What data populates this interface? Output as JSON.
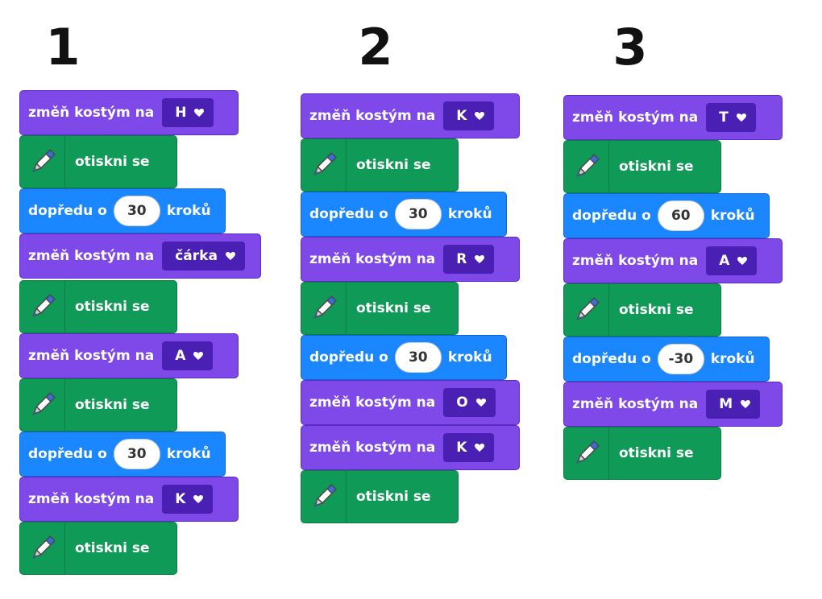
{
  "columns": [
    {
      "number": "1",
      "blocks": [
        {
          "type": "looks",
          "label": "změň kostým na",
          "value": "H"
        },
        {
          "type": "pen",
          "label": "otiskni se"
        },
        {
          "type": "motion",
          "label": "dopředu o",
          "value": "30",
          "suffix": "kroků"
        },
        {
          "type": "looks",
          "label": "změň kostým na",
          "value": "čárka"
        },
        {
          "type": "pen",
          "label": "otiskni se"
        },
        {
          "type": "looks",
          "label": "změň kostým na",
          "value": "A"
        },
        {
          "type": "pen",
          "label": "otiskni se"
        },
        {
          "type": "motion",
          "label": "dopředu o",
          "value": "30",
          "suffix": "kroků"
        },
        {
          "type": "looks",
          "label": "změň kostým na",
          "value": "K"
        },
        {
          "type": "pen",
          "label": "otiskni se"
        }
      ]
    },
    {
      "number": "2",
      "blocks": [
        {
          "type": "looks",
          "label": "změň kostým na",
          "value": "K"
        },
        {
          "type": "pen",
          "label": "otiskni se"
        },
        {
          "type": "motion",
          "label": "dopředu o",
          "value": "30",
          "suffix": "kroků"
        },
        {
          "type": "looks",
          "label": "změň kostým na",
          "value": "R"
        },
        {
          "type": "pen",
          "label": "otiskni se"
        },
        {
          "type": "motion",
          "label": "dopředu o",
          "value": "30",
          "suffix": "kroků"
        },
        {
          "type": "looks",
          "label": "změň kostým na",
          "value": "O"
        },
        {
          "type": "looks",
          "label": "změň kostým na",
          "value": "K"
        },
        {
          "type": "pen",
          "label": "otiskni se"
        }
      ]
    },
    {
      "number": "3",
      "blocks": [
        {
          "type": "looks",
          "label": "změň kostým na",
          "value": "T"
        },
        {
          "type": "pen",
          "label": "otiskni se"
        },
        {
          "type": "motion",
          "label": "dopředu o",
          "value": "60",
          "suffix": "kroků"
        },
        {
          "type": "looks",
          "label": "změň kostým na",
          "value": "A"
        },
        {
          "type": "pen",
          "label": "otiskni se"
        },
        {
          "type": "motion",
          "label": "dopředu o",
          "value": "-30",
          "suffix": "kroků"
        },
        {
          "type": "looks",
          "label": "změň kostým na",
          "value": "M"
        },
        {
          "type": "pen",
          "label": "otiskni se"
        }
      ]
    }
  ],
  "colors": {
    "looks": "#7f48e8",
    "motion": "#1a86ff",
    "pen": "#0f9a58",
    "dropdown": "#4a1fb3"
  },
  "icons": {
    "pen": "pen-icon",
    "dropdown": "dropdown-arrow-icon"
  }
}
